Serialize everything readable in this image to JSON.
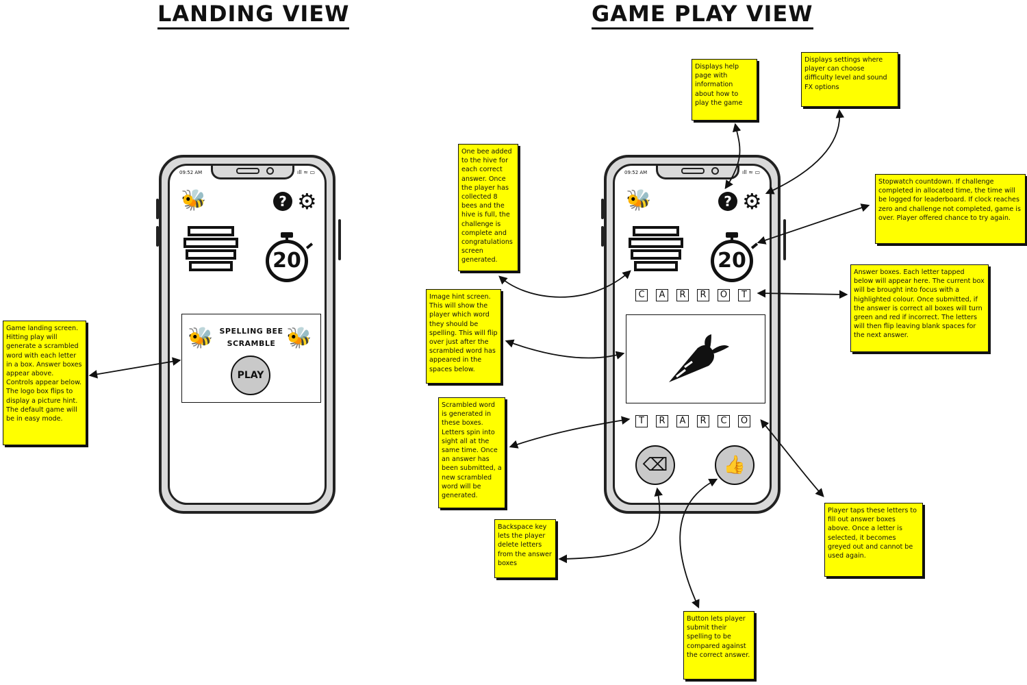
{
  "headings": {
    "landing": "LANDING VIEW",
    "gameplay": "GAME PLAY VIEW"
  },
  "phone": {
    "time": "09:52 AM",
    "status_icons": "ıll ≈ ▭"
  },
  "landing": {
    "title_line1": "SPELLING BEE",
    "title_line2": "SCRAMBLE",
    "play_label": "PLAY",
    "timer_value": "20"
  },
  "gameplay": {
    "timer_value": "20",
    "answer_letters": [
      "C",
      "A",
      "R",
      "R",
      "O",
      "T"
    ],
    "scrambled_letters": [
      "T",
      "R",
      "A",
      "R",
      "C",
      "O"
    ],
    "hint_icon": "carrot-icon"
  },
  "icons": {
    "help": "help-icon",
    "settings": "gear-icon",
    "bee": "bee-icon",
    "hive": "hive-icon",
    "stopwatch": "stopwatch-icon",
    "backspace": "backspace-icon",
    "submit": "thumbs-up-icon"
  },
  "notes": {
    "landing": "Game landing screen.  Hitting play will generate a scrambled word with each letter in a box.  Answer boxes appear above. Controls appear below. The logo box flips to display a picture hint.  The default game will be in easy mode.",
    "hive": "One bee added to the hive for each correct answer.  Once the player has collected 8 bees and the hive is full, the challenge is complete and congratulations screen generated.",
    "help": "Displays help page with information about how to play the game",
    "settings": "Displays settings where player can choose difficulty level and sound FX options",
    "stopwatch": "Stopwatch countdown.  If challenge completed in allocated time, the time will be logged for leaderboard.  If clock reaches zero and challenge not completed, game is over.  Player offered chance to try again.",
    "answer": "Answer boxes. Each letter tapped below will appear here.  The current box will be brought into focus with a highlighted colour.  Once submitted, if the answer is correct all boxes will turn green and red if incorrect.  The letters will then flip leaving blank spaces for the next answer.",
    "image_hint": "Image hint screen.  This will show the player which word they should be spelling.  This will flip over just after the scrambled word has appeared in the spaces below.",
    "scrambled": "Scrambled word is generated in these boxes. Letters spin into sight all at the same time.  Once an answer has been submitted, a new scrambled word will be generated.",
    "backspace": "Backspace key lets the player delete letters from the answer boxes",
    "submit": "Button lets player submit their spelling to be compared against the correct answer.",
    "letters": "Player taps these letters to fill out answer boxes above. Once a letter is selected, it becomes greyed out and cannot be used again."
  },
  "colors": {
    "note_bg": "#ffff00",
    "phone_frame": "#d9d9d9",
    "button_grey": "#c9c9c9"
  }
}
